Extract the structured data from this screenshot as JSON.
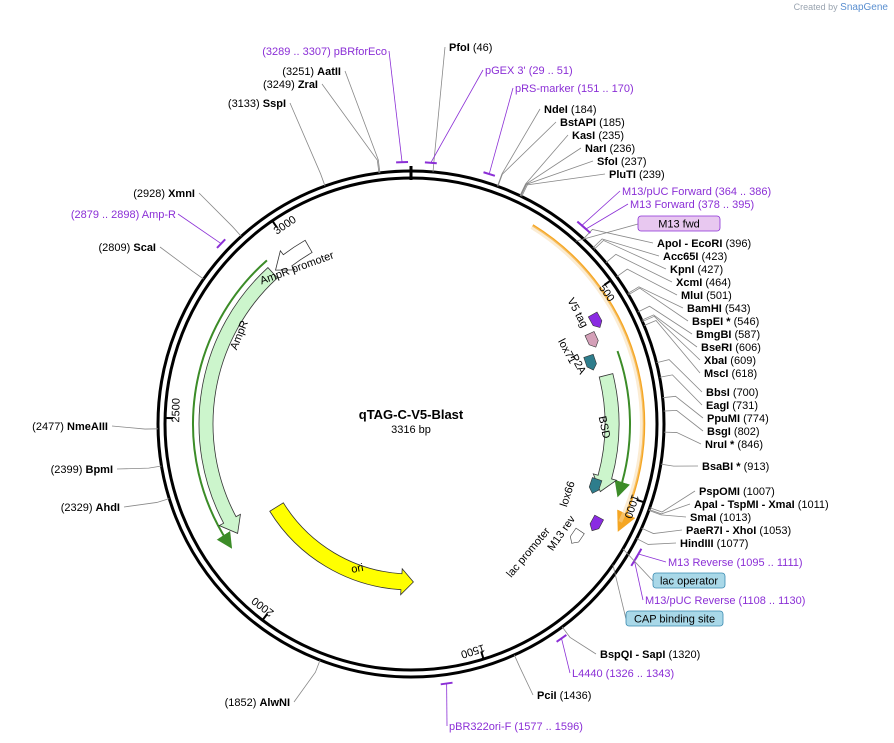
{
  "credit": {
    "prefix": "Created by",
    "brand": "SnapGene"
  },
  "plasmid": {
    "name": "qTAG-C-V5-Blast",
    "length_label": "3316 bp",
    "length": 3316
  },
  "ticks": [
    {
      "pos": 500,
      "label": "500"
    },
    {
      "pos": 1000,
      "label": "1000"
    },
    {
      "pos": 1500,
      "label": "1500"
    },
    {
      "pos": 2000,
      "label": "2000"
    },
    {
      "pos": 2500,
      "label": "2500"
    },
    {
      "pos": 3000,
      "label": "3000"
    }
  ],
  "right_enzymes": [
    {
      "name": "PfoI",
      "pos_label": "(46)",
      "site": 46
    },
    {
      "name": "NdeI",
      "pos_label": "(184)",
      "site": 184
    },
    {
      "name": "BstAPI",
      "pos_label": "(185)",
      "site": 185
    },
    {
      "name": "KasI",
      "pos_label": "(235)",
      "site": 235
    },
    {
      "name": "NarI",
      "pos_label": "(236)",
      "site": 236
    },
    {
      "name": "SfoI",
      "pos_label": "(237)",
      "site": 237
    },
    {
      "name": "PluTI",
      "pos_label": "(239)",
      "site": 239
    },
    {
      "name": "ApoI  - EcoRI",
      "pos_label": "(396)",
      "site": 396
    },
    {
      "name": "Acc65I",
      "pos_label": "(423)",
      "site": 423
    },
    {
      "name": "KpnI",
      "pos_label": "(427)",
      "site": 427
    },
    {
      "name": "XcmI",
      "pos_label": "(464)",
      "site": 464
    },
    {
      "name": "MluI",
      "pos_label": "(501)",
      "site": 501
    },
    {
      "name": "BamHI",
      "pos_label": "(543)",
      "site": 543
    },
    {
      "name": "BspEI *",
      "pos_label": "(546)",
      "site": 546
    },
    {
      "name": "BmgBI",
      "pos_label": "(587)",
      "site": 587
    },
    {
      "name": "BseRI",
      "pos_label": "(606)",
      "site": 606
    },
    {
      "name": "XbaI",
      "pos_label": "(609)",
      "site": 609
    },
    {
      "name": "MscI",
      "pos_label": "(618)",
      "site": 618
    },
    {
      "name": "BbsI",
      "pos_label": "(700)",
      "site": 700
    },
    {
      "name": "EagI",
      "pos_label": "(731)",
      "site": 731
    },
    {
      "name": "PpuMI",
      "pos_label": "(774)",
      "site": 774
    },
    {
      "name": "BsgI",
      "pos_label": "(802)",
      "site": 802
    },
    {
      "name": "NruI *",
      "pos_label": "(846)",
      "site": 846
    },
    {
      "name": "BsaBI *",
      "pos_label": "(913)",
      "site": 913
    },
    {
      "name": "PspOMI",
      "pos_label": "(1007)",
      "site": 1007
    },
    {
      "name": "ApaI  - TspMI  - XmaI",
      "pos_label": "(1011)",
      "site": 1011
    },
    {
      "name": "SmaI",
      "pos_label": "(1013)",
      "site": 1013
    },
    {
      "name": "PaeR7I  - XhoI",
      "pos_label": "(1053)",
      "site": 1053
    },
    {
      "name": "HindIII",
      "pos_label": "(1077)",
      "site": 1077
    },
    {
      "name": "BspQI  - SapI",
      "pos_label": "(1320)",
      "site": 1320
    },
    {
      "name": "PciI",
      "pos_label": "(1436)",
      "site": 1436
    }
  ],
  "left_enzymes": [
    {
      "name": "AatII",
      "pos_label": "(3251)",
      "site": 3251
    },
    {
      "name": "ZraI",
      "pos_label": "(3249)",
      "site": 3249
    },
    {
      "name": "SspI",
      "pos_label": "(3133)",
      "site": 3133
    },
    {
      "name": "XmnI",
      "pos_label": "(2928)",
      "site": 2928
    },
    {
      "name": "ScaI",
      "pos_label": "(2809)",
      "site": 2809
    },
    {
      "name": "NmeAIII",
      "pos_label": "(2477)",
      "site": 2477
    },
    {
      "name": "BpmI",
      "pos_label": "(2399)",
      "site": 2399
    },
    {
      "name": "AhdI",
      "pos_label": "(2329)",
      "site": 2329
    },
    {
      "name": "AlwNI",
      "pos_label": "(1852)",
      "site": 1852
    }
  ],
  "primers": [
    {
      "name": "pBRforEco",
      "range": "(3289 .. 3307)",
      "site": 3298
    },
    {
      "name": "pGEX 3'",
      "range": "(29 .. 51)",
      "site": 40
    },
    {
      "name": "pRS-marker",
      "range": "(151 .. 170)",
      "site": 160
    },
    {
      "name": "M13/pUC Forward",
      "range": "(364 .. 386)",
      "site": 375
    },
    {
      "name": "M13 Forward",
      "range": "(378 .. 395)",
      "site": 386
    },
    {
      "name": "M13 Reverse",
      "range": "(1095 .. 1111)",
      "site": 1103
    },
    {
      "name": "M13/pUC Reverse",
      "range": "(1108 .. 1130)",
      "site": 1119
    },
    {
      "name": "L4440",
      "range": "(1326 .. 1343)",
      "site": 1335
    },
    {
      "name": "pBR322ori-F",
      "range": "(1577 .. 1596)",
      "site": 1586
    },
    {
      "name": "Amp-R",
      "range": "(2879 .. 2898)",
      "site": 2888
    }
  ],
  "boxed_features": [
    {
      "name": "M13 fwd",
      "color": "#e8c8f0",
      "border": "#8b2fd6"
    },
    {
      "name": "lac operator",
      "color": "#a9d8e8",
      "border": "#3a8ab0"
    },
    {
      "name": "CAP binding site",
      "color": "#a9d8e8",
      "border": "#3a8ab0"
    }
  ],
  "features": [
    {
      "name": "AmpR",
      "start": 2048,
      "end": 2909,
      "color": "#ccf5cc",
      "direction": "reverse"
    },
    {
      "name": "AmpR promoter",
      "start": 2910,
      "end": 3014,
      "color": "#ffffff",
      "direction": "reverse"
    },
    {
      "name": "ori",
      "start": 1616,
      "end": 2205,
      "color": "#ffff00",
      "direction": "reverse"
    },
    {
      "name": "BSD",
      "start": 620,
      "end": 1009,
      "color": "#ccf5cc",
      "direction": "forward"
    },
    {
      "name": "V5 tag",
      "label": "V5 tag",
      "color": "#8a2be2"
    },
    {
      "name": "lox71",
      "label": "lox71",
      "color": "#d4a0b8"
    },
    {
      "name": "P2A",
      "label": "P2A",
      "color": "#2e7d8c"
    },
    {
      "name": "lox66",
      "label": "lox66",
      "color": "#2e7d8c"
    },
    {
      "name": "M13 rev",
      "label": "M13 rev",
      "color": "#8a2be2"
    },
    {
      "name": "lac promoter",
      "label": "lac promoter",
      "color": "#ffffff"
    }
  ],
  "colors": {
    "backbone": "#000000",
    "insert_arc": "#f5a623",
    "green_arc": "#3c8c28",
    "primer": "#8b2fd6"
  }
}
